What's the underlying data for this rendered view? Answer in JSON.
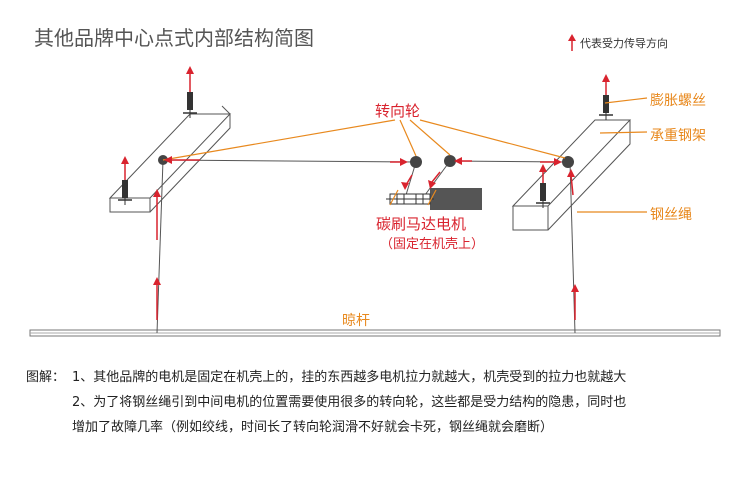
{
  "title": "其他品牌中心点式内部结构简图",
  "legend": {
    "label": "代表受力传导方向",
    "arrow_icon": "up-arrow-icon",
    "arrow_color": "#d9232e"
  },
  "labels": {
    "wheel": "转向轮",
    "bolt": "膨胀螺丝",
    "frame": "承重钢架",
    "rope": "钢丝绳",
    "motor": "碳刷马达电机",
    "motor_sub": "（固定在机壳上）",
    "pole": "晾杆"
  },
  "notes": {
    "head": "图解：",
    "items": [
      "1、其他品牌的电机是固定在机壳上的，挂的东西越多电机拉力就越大，机壳受到的拉力也就越大",
      "2、为了将钢丝绳引到中间电机的位置需要使用很多的转向轮，这些都是受力结构的隐患，同时也",
      "增加了故障几率（例如绞线，时间长了转向轮润滑不好就会卡死，钢丝绳就会磨断）"
    ]
  },
  "colors": {
    "accent": "#e8891e",
    "force": "#d9232e",
    "wheel": "#444444",
    "motor": "#555555",
    "line": "#555555"
  }
}
